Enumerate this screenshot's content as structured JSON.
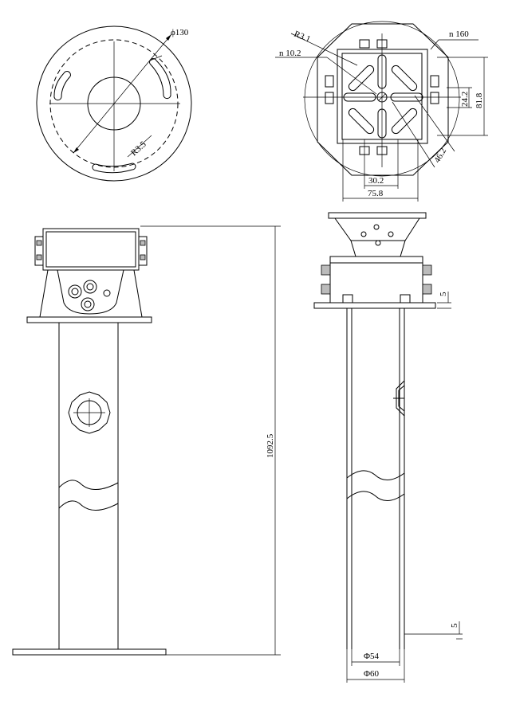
{
  "top_left_view": {
    "dia_label": "ϕ130",
    "radius_label": "R3.5"
  },
  "top_right_view": {
    "radius_label": "R3.1",
    "n_small_label": "n 10.2",
    "n_large_label": "n 160",
    "dim_24": "24.2",
    "dim_81": "81.8",
    "dim_46": "46.2",
    "dim_30": "30.2",
    "dim_75": "75.8"
  },
  "front_view": {
    "height_label": "1092.5"
  },
  "side_view": {
    "plate_thk_label": "5",
    "base_thk_label": "5",
    "inner_dia_label": "Φ54",
    "outer_dia_label": "Φ60"
  }
}
